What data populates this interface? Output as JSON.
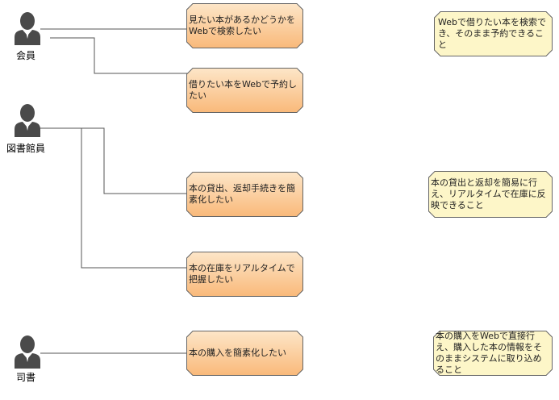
{
  "actors": {
    "member": {
      "label": "会員",
      "icon": "person-icon"
    },
    "staff": {
      "label": "図書館員",
      "icon": "person-icon"
    },
    "librarian": {
      "label": "司書",
      "icon": "person-icon"
    }
  },
  "needs": [
    {
      "text": "見たい本があるかどうかをWebで検索したい"
    },
    {
      "text": "借りたい本をWebで予約したい"
    },
    {
      "text": "本の貸出、返却手続きを簡素化したい"
    },
    {
      "text": "本の在庫をリアルタイムで把握したい"
    },
    {
      "text": "本の購入を簡素化したい"
    }
  ],
  "requirements": [
    {
      "text": "Webで借りたい本を検索でき、そのまま予約できること"
    },
    {
      "text": "本の貸出と返却を簡易に行え、リアルタイムで在庫に反映できること"
    },
    {
      "text": "本の購入をWebで直接行え、購入した本の情報をそのままシステムに取り込めること"
    }
  ],
  "colors": {
    "need_fill_top": "#fde6c8",
    "need_fill_bottom": "#f9b97a",
    "requirement_fill": "#fdf6c8",
    "actor_fill": "#4a4a4a",
    "connector": "#555555"
  }
}
